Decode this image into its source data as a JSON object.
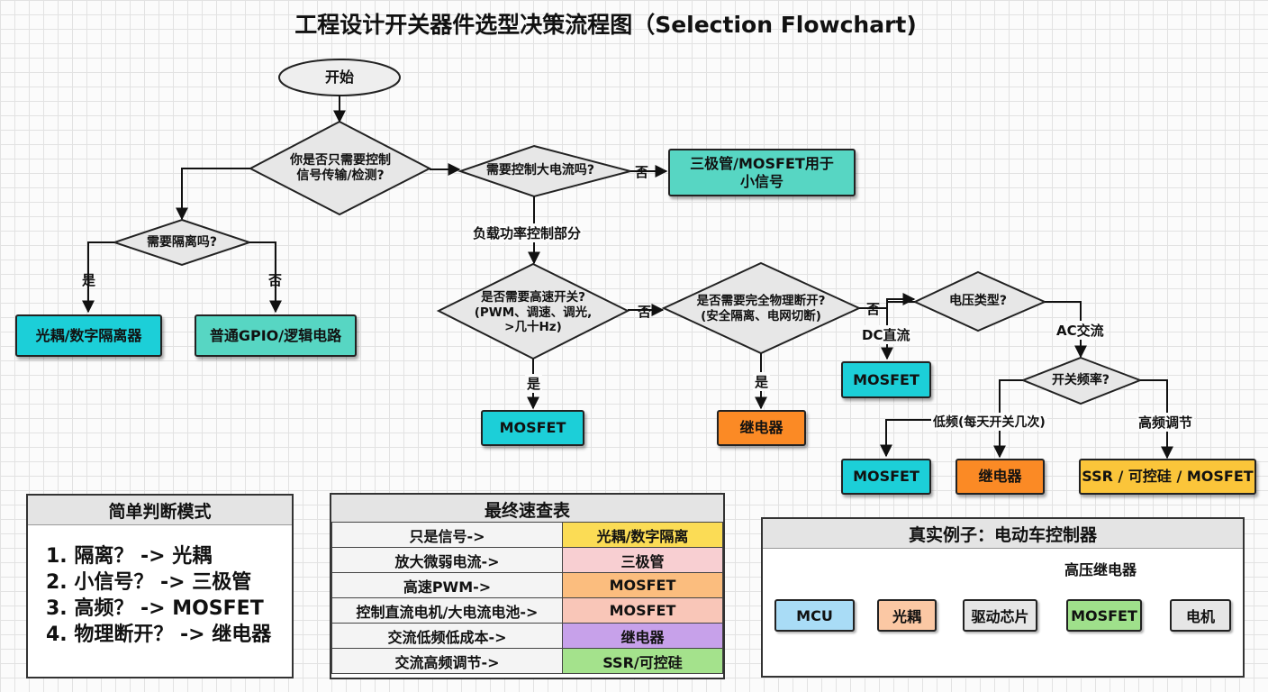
{
  "title": "工程设计开关器件选型决策流程图（Selection Flowchart)",
  "flow": {
    "start": "开始",
    "d_signal": "你是否只需要控制\n信号传输/检测?",
    "d_current": "需要控制大电流吗?",
    "d_isolation": "需要隔离吗?",
    "d_highspeed": "是否需要高速开关?\n(PWM、调速、调光,\n>几十Hz)",
    "d_physical": "是否需要完全物理断开?\n(安全隔离、电网切断)",
    "d_voltage": "电压类型?",
    "d_frequency": "开关频率?",
    "n_transistor": "三极管/MOSFET用于\n小信号",
    "n_optocoupler": "光耦/数字隔离器",
    "n_gpio": "普通GPIO/逻辑电路",
    "n_mosfet_speed": "MOSFET",
    "n_relay_physical": "继电器",
    "n_mosfet_dc": "MOSFET",
    "n_mosfet_low": "MOSFET",
    "n_relay_low": "继电器",
    "n_ssr": "SSR / 可控硅 / MOSFET"
  },
  "edge_labels": {
    "no_current": "否",
    "load_part": "负载功率控制部分",
    "yes_isolation": "是",
    "no_isolation": "否",
    "no_speed": "否",
    "yes_speed": "是",
    "no_physical": "否",
    "yes_physical": "是",
    "dc": "DC直流",
    "ac": "AC交流",
    "low_freq": "低频(每天开关几次)",
    "high_freq": "高频调节"
  },
  "simple_mode": {
    "title": "简单判断模式",
    "items": [
      "1. 隔离？ -> 光耦",
      "2. 小信号？ -> 三极管",
      "3. 高频？ -> MOSFET",
      "4. 物理断开？ -> 继电器"
    ]
  },
  "quick_ref": {
    "title": "最终速查表",
    "rows": [
      {
        "key": "只是信号->",
        "value": "光耦/数字隔离",
        "color": "#fbdc55"
      },
      {
        "key": "放大微弱电流->",
        "value": "三极管",
        "color": "#f8cfd2"
      },
      {
        "key": "高速PWM->",
        "value": "MOSFET",
        "color": "#fbbd7e"
      },
      {
        "key": "控制直流电机/大电流电池->",
        "value": "MOSFET",
        "color": "#f9c6b8"
      },
      {
        "key": "交流低频低成本->",
        "value": "继电器",
        "color": "#c7a1ea"
      },
      {
        "key": "交流高频调节->",
        "value": "SSR/可控硅",
        "color": "#a4e28c"
      }
    ]
  },
  "example": {
    "title": "真实例子：电动车控制器",
    "relay_label": "高压继电器",
    "chain": [
      {
        "label": "MCU",
        "color": "#a9dcf6"
      },
      {
        "label": "光耦",
        "color": "#fbc8a4"
      },
      {
        "label": "驱动芯片",
        "color": "#e6e6e6"
      },
      {
        "label": "MOSFET",
        "color": "#9fe08b"
      },
      {
        "label": "电机",
        "color": "#e6e6e6"
      }
    ]
  }
}
